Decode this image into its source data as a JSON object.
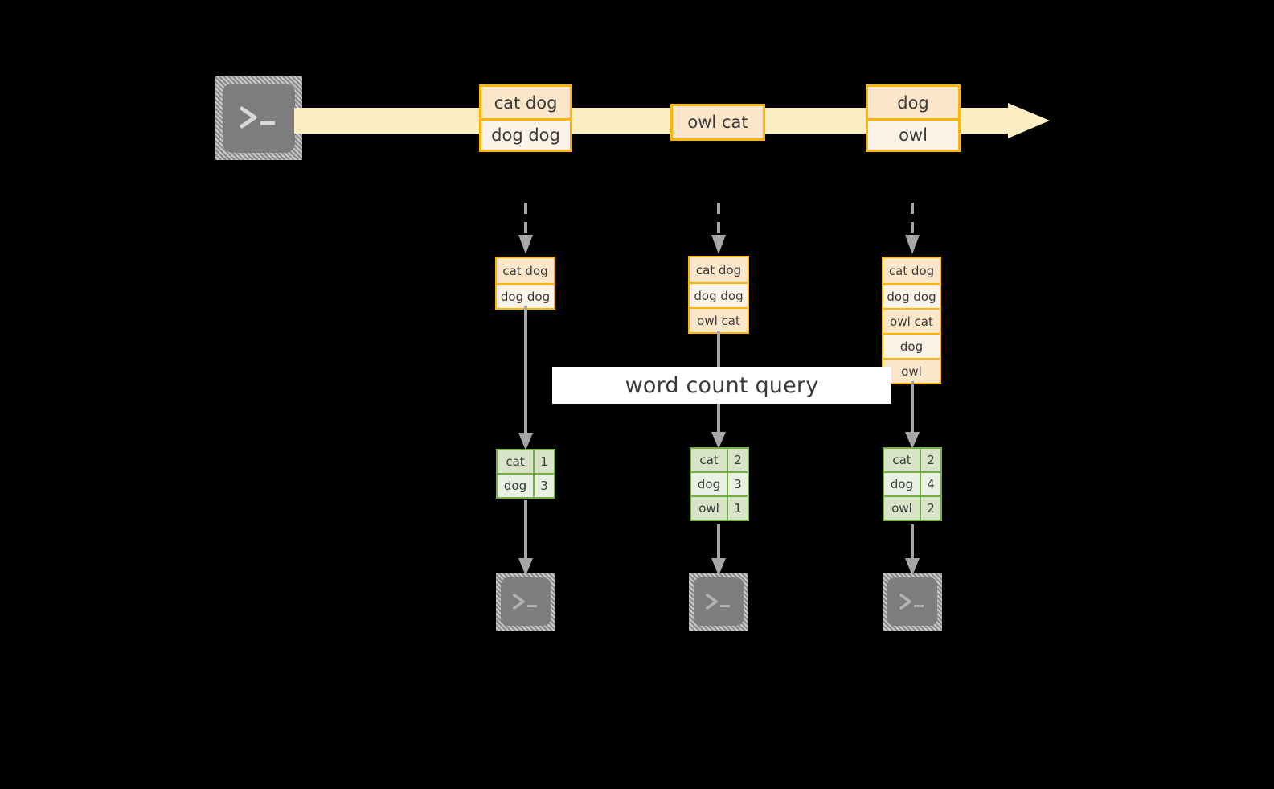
{
  "diagram": {
    "title": "word count query",
    "colors": {
      "background": "#000000",
      "stream_band": "#FDEFC3",
      "event_border": "#FFB400",
      "event_fill_dark": "#FCE6CA",
      "event_fill_light": "#FDF3E8",
      "result_border": "#76B043",
      "result_fill_dark": "#D7E4C8",
      "result_fill_light": "#EAF1E4",
      "connector": "#A6A6A6",
      "terminal_body": "#7D7D7D",
      "label_band": "#FFFFFF"
    }
  },
  "source": {
    "icon": "terminal-icon",
    "glyph": ">_"
  },
  "stream": {
    "arrow_icon": "right-arrow-band",
    "events": [
      {
        "name": "stream-event-group-1",
        "lines": [
          "cat dog",
          "dog dog"
        ]
      },
      {
        "name": "stream-event-group-2",
        "lines": [
          "owl cat"
        ]
      },
      {
        "name": "stream-event-group-3",
        "lines": [
          "dog",
          "owl"
        ]
      }
    ]
  },
  "snapshots": [
    {
      "name": "snapshot-1",
      "accumulated": [
        "cat dog",
        "dog dog"
      ],
      "result": {
        "rows": [
          {
            "word": "cat",
            "count": "1"
          },
          {
            "word": "dog",
            "count": "3"
          }
        ]
      },
      "sink": {
        "icon": "terminal-icon",
        "glyph": ">_"
      }
    },
    {
      "name": "snapshot-2",
      "accumulated": [
        "cat dog",
        "dog dog",
        "owl cat"
      ],
      "result": {
        "rows": [
          {
            "word": "cat",
            "count": "2"
          },
          {
            "word": "dog",
            "count": "3"
          },
          {
            "word": "owl",
            "count": "1"
          }
        ]
      },
      "sink": {
        "icon": "terminal-icon",
        "glyph": ">_"
      }
    },
    {
      "name": "snapshot-3",
      "accumulated": [
        "cat dog",
        "dog dog",
        "owl cat",
        "dog",
        "owl"
      ],
      "result": {
        "rows": [
          {
            "word": "cat",
            "count": "2"
          },
          {
            "word": "dog",
            "count": "4"
          },
          {
            "word": "owl",
            "count": "2"
          }
        ]
      },
      "sink": {
        "icon": "terminal-icon",
        "glyph": ">_"
      }
    }
  ]
}
